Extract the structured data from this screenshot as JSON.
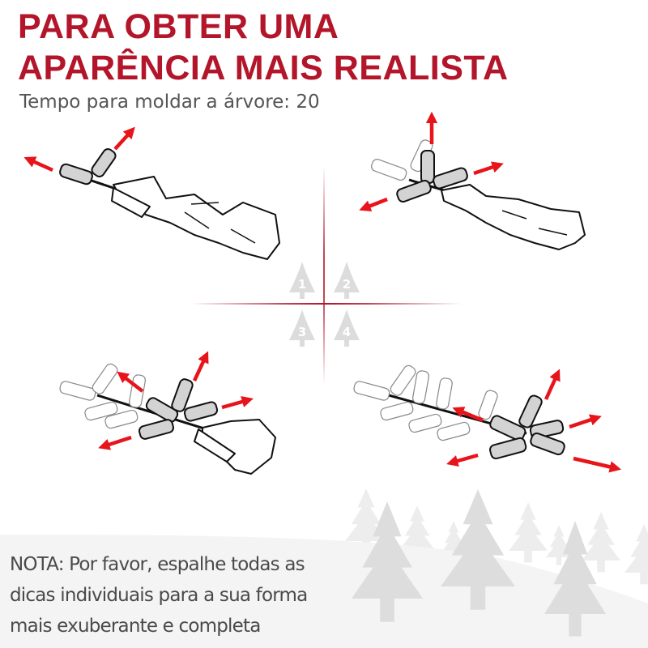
{
  "header": {
    "title_line1": "PARA OBTER UMA",
    "title_line2": "APARÊNCIA MAIS REALISTA",
    "subtitle": "Tempo para moldar a árvore: 20"
  },
  "steps": [
    {
      "number": "1",
      "label": "1"
    },
    {
      "number": "2",
      "label": "2"
    },
    {
      "number": "3",
      "label": "3"
    },
    {
      "number": "4",
      "label": "4"
    }
  ],
  "note": {
    "line1": "NOTA: Por favor, espalhe todas as",
    "line2": "dicas individuais para a sua forma",
    "line3": "mais exuberante e completa"
  },
  "colors": {
    "title": "#b3152a",
    "arrow": "#e8141b",
    "crosshair": "#b3152a",
    "step_icon": "#dcdcdc",
    "ground": "#f4f4f4"
  }
}
